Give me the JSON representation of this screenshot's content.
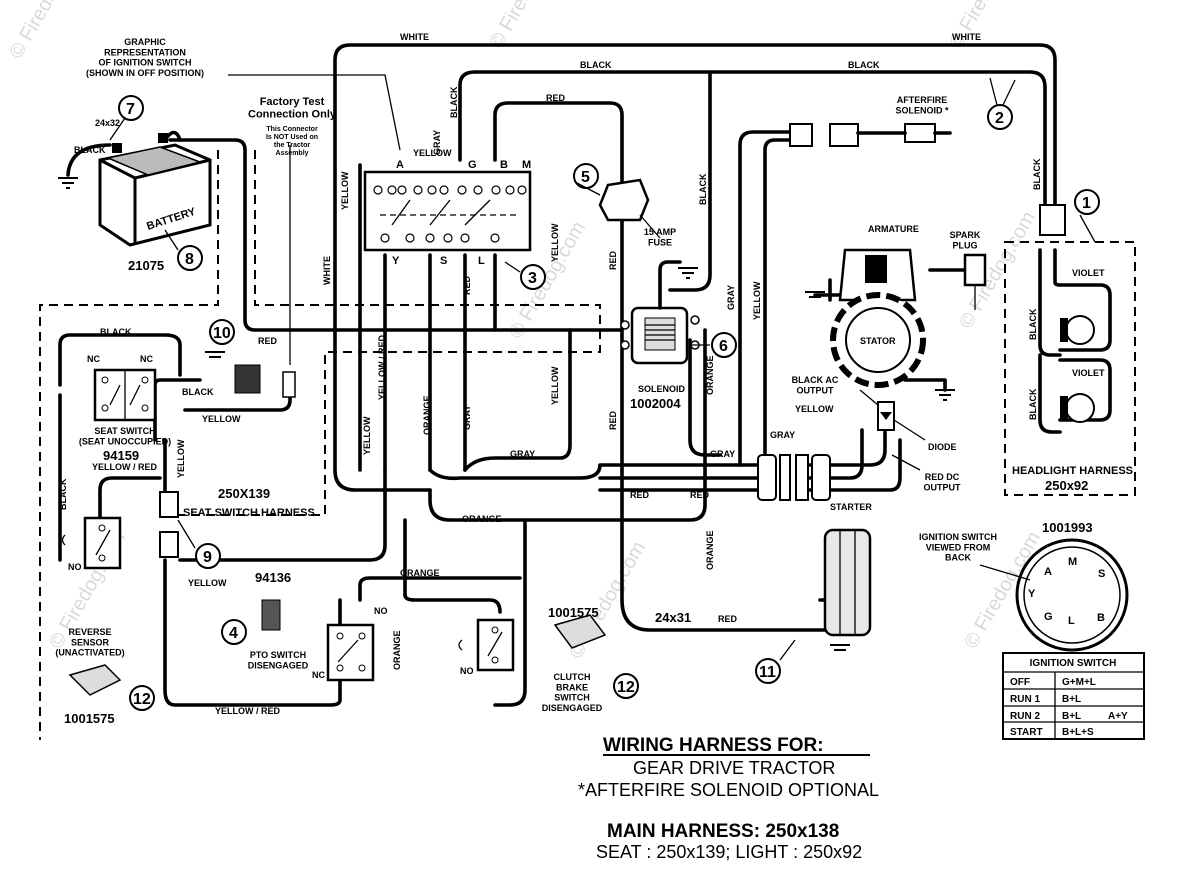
{
  "title": {
    "line1": "WIRING HARNESS FOR:",
    "line2": "GEAR DRIVE TRACTOR",
    "line3": "*AFTERFIRE SOLENOID OPTIONAL",
    "main": "MAIN HARNESS: 250x138",
    "seat_light": "SEAT : 250x139;      LIGHT : 250x92"
  },
  "watermark": "© Firedog.com",
  "callouts": [
    "1",
    "2",
    "3",
    "4",
    "5",
    "6",
    "7",
    "8",
    "9",
    "10",
    "11",
    "12",
    "12"
  ],
  "wire_labels": {
    "white": "WHITE",
    "black": "BLACK",
    "red": "RED",
    "yellow": "YELLOW",
    "gray": "GRAY",
    "orange": "ORANGE",
    "violet": "VIOLET",
    "yellow_red": "YELLOW / RED",
    "yellow_red_short": "YELLOW / RED"
  },
  "components": {
    "ignition_graphic": "GRAPHIC\nREPRESENTATION\nOF IGNITION SWITCH\n(SHOWN IN OFF POSITION)",
    "factory_test": "Factory Test\nConnection Only",
    "factory_note": "This Connector\nIs NOT Used on\nthe Tractor\nAssembly",
    "battery_cable": "24x32",
    "battery": "BATTERY",
    "battery_part": "21075",
    "afterfire": "AFTERFIRE\nSOLENOID *",
    "fuse": "15 AMP\nFUSE",
    "armature": "ARMATURE",
    "spark_plug": "SPARK\nPLUG",
    "stator": "STATOR",
    "black_ac": "BLACK AC\nOUTPUT",
    "diode": "DIODE",
    "red_dc": "RED DC\nOUTPUT",
    "solenoid": "SOLENOID",
    "solenoid_part": "1002004",
    "headlight_harness": "HEADLIGHT HARNESS",
    "headlight_part": "250x92",
    "seat_switch": "SEAT SWITCH\n(SEAT UNOCCUPIED)",
    "seat_part": "94159",
    "seat_harness_part": "250X139",
    "seat_harness": "SEAT SWITCH HARNESS",
    "pto_part": "94136",
    "pto": "PTO SWITCH\nDISENGAGED",
    "reverse": "REVERSE\nSENSOR\n(UNACTIVATED)",
    "reverse_part": "1001575",
    "clutch_part": "1001575",
    "clutch": "CLUTCH\nBRAKE\nSWITCH\nDISENGAGED",
    "starter": "STARTER",
    "starter_cable": "24x31",
    "ign_view": "IGNITION SWITCH\nVIEWED FROM\nBACK",
    "ign_part": "1001993",
    "nc": "NC",
    "no": "NO"
  },
  "ignition_terminals": [
    "A",
    "Y",
    "S",
    "L",
    "M",
    "G",
    "B"
  ],
  "ignition_table": {
    "header": "IGNITION SWITCH",
    "rows": [
      [
        "OFF",
        "G+M+L",
        ""
      ],
      [
        "RUN 1",
        "B+L",
        ""
      ],
      [
        "RUN 2",
        "B+L",
        "A+Y"
      ],
      [
        "START",
        "B+L+S",
        ""
      ]
    ]
  },
  "key_terminals": [
    "A",
    "M",
    "S",
    "Y",
    "G",
    "L",
    "B"
  ]
}
